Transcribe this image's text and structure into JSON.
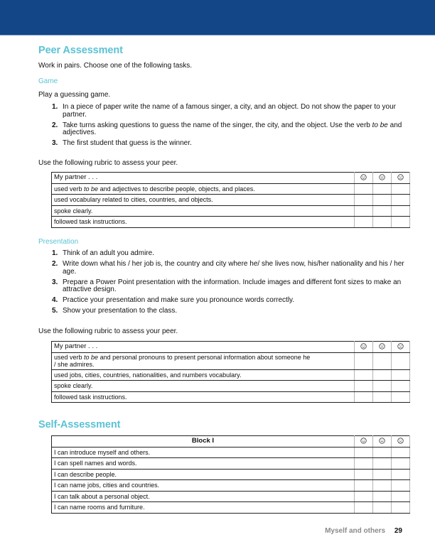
{
  "colors": {
    "header_bar": "#134686",
    "accent": "#5bc2d4"
  },
  "peer": {
    "title": "Peer Assessment",
    "intro": "Work in pairs. Choose one of the following tasks.",
    "game": {
      "label": "Game",
      "intro": "Play a guessing game.",
      "steps": [
        {
          "num": "1.",
          "text": "In a piece of paper write the name of a famous singer, a city, and an object. Do not show the paper to your partner."
        },
        {
          "num": "2.",
          "text_before": "Take turns asking questions to guess the name of the singer, the city, and the object. Use the verb ",
          "text_italic": "to be",
          "text_after": " and adjectives."
        },
        {
          "num": "3.",
          "text": "The first student that guess is the winner."
        }
      ],
      "rubric_intro": "Use the following rubric to assess your peer.",
      "rubric": {
        "header": "My partner . . .",
        "faces": [
          "happy-face",
          "neutral-face",
          "sad-face"
        ],
        "rows": [
          {
            "before": "used verb ",
            "italic": "to be",
            "after": " and adjectives to describe people, objects, and places."
          },
          {
            "before": "used vocabulary related to cities, countries, and objects.",
            "italic": "",
            "after": ""
          },
          {
            "before": "spoke clearly.",
            "italic": "",
            "after": ""
          },
          {
            "before": "followed task instructions.",
            "italic": "",
            "after": ""
          }
        ]
      }
    },
    "presentation": {
      "label": "Presentation",
      "steps": [
        {
          "num": "1.",
          "text": "Think of an adult you admire."
        },
        {
          "num": "2.",
          "text": "Write down what his / her job is, the country and city where he/ she lives now, his/her nationality and his / her age."
        },
        {
          "num": "3.",
          "text": "Prepare a Power Point presentation with the information. Include images and different font sizes to make an attractive design."
        },
        {
          "num": "4.",
          "text": "Practice your presentation and make sure you pronounce words correctly."
        },
        {
          "num": "5.",
          "text": "Show your presentation to the class."
        }
      ],
      "rubric_intro": "Use the following rubric to assess your peer.",
      "rubric": {
        "header": "My partner . . .",
        "rows": [
          {
            "before": "used verb ",
            "italic": "to be",
            "after": " and personal pronouns to present personal information about someone he / she admires."
          },
          {
            "before": "used jobs, cities, countries, nationalities, and numbers vocabulary.",
            "italic": "",
            "after": ""
          },
          {
            "before": "spoke clearly.",
            "italic": "",
            "after": ""
          },
          {
            "before": "followed task instructions.",
            "italic": "",
            "after": ""
          }
        ]
      }
    }
  },
  "self": {
    "title": "Self-Assessment",
    "rubric": {
      "header": "Block I",
      "rows": [
        "I can introduce myself and others.",
        "I can spell names and words.",
        "I can describe people.",
        "I can name jobs, cities and countries.",
        "I can talk about a personal object.",
        "I can name rooms and furniture."
      ]
    }
  },
  "footer": {
    "section": "Myself and others",
    "page": "29"
  }
}
